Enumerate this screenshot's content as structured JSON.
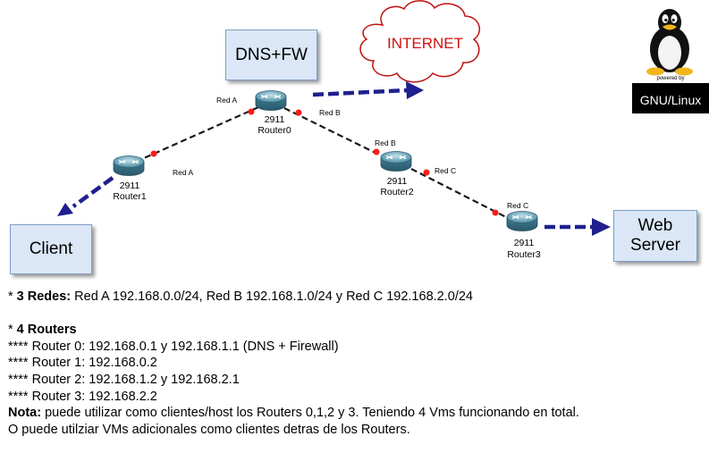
{
  "diagram": {
    "internet_label": "INTERNET",
    "dns_box": "DNS+FW",
    "client_box": "Client",
    "web_box_line1": "Web",
    "web_box_line2": "Server",
    "routers": [
      {
        "model": "2911",
        "name": "Router0"
      },
      {
        "model": "2911",
        "name": "Router1"
      },
      {
        "model": "2911",
        "name": "Router2"
      },
      {
        "model": "2911",
        "name": "Router3"
      }
    ],
    "link_labels": {
      "r0_red_a": "Red A",
      "r1_red_a": "Red A",
      "r0_red_b": "Red B",
      "r2_red_b": "Red B",
      "r2_red_c": "Red C",
      "r3_red_c": "Red C"
    },
    "logo": {
      "powered_by": "powered by",
      "label": "GNU/Linux"
    },
    "colors": {
      "link": "#1a1a1a",
      "arrow": "#1f1f8f",
      "port_dot": "#ff1a1a",
      "box_fill": "#dbe7f6",
      "cloud_stroke": "#c01010"
    }
  },
  "notes": {
    "redes_prefix": "* ",
    "redes_bold": "3 Redes:",
    "redes_text": " Red A 192.168.0.0/24, Red B 192.168.1.0/24 y Red C 192.168.2.0/24",
    "routers_prefix": "* ",
    "routers_bold": "4 Routers",
    "lines": [
      "**** Router 0: 192.168.0.1 y 192.168.1.1 (DNS + Firewall)",
      "**** Router 1: 192.168.0.2",
      "**** Router 2: 192.168.1.2 y 192.168.2.1",
      "**** Router 3: 192.168.2.2"
    ],
    "nota_bold": "Nota:",
    "nota_text": " puede utilizar como clientes/host los Routers 0,1,2 y 3. Teniendo 4 Vms funcionando en total.",
    "nota_line2": "O puede utilziar VMs adicionales como clientes detras de los Routers."
  }
}
